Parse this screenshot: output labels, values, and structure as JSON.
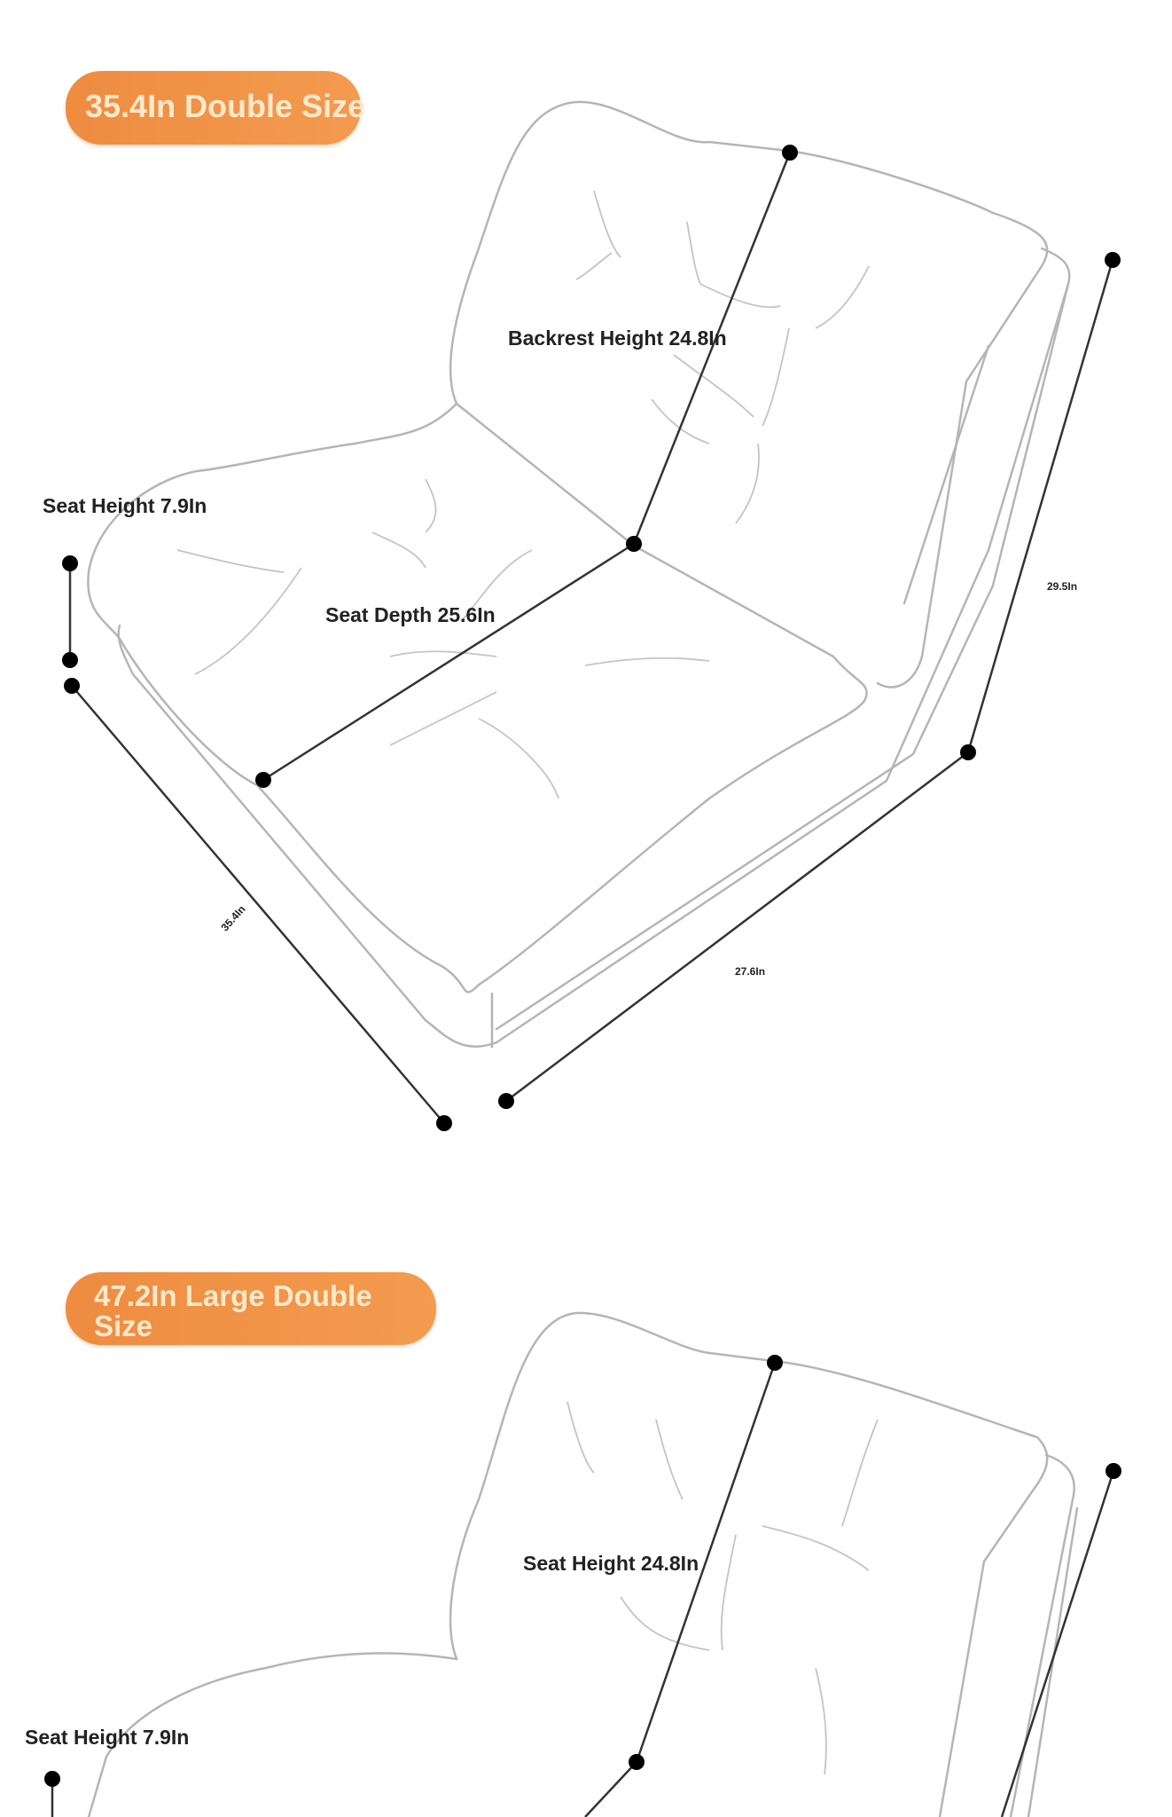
{
  "sections": [
    {
      "badge": "35.4In Double Size",
      "labels": {
        "backrest_height": "Backrest Height 24.8In",
        "seat_height": "Seat Height 7.9In",
        "seat_depth": "Seat Depth 25.6In",
        "height_total": "29.5In",
        "length": "35.4In",
        "width": "27.6In"
      }
    },
    {
      "badge": "47.2In Large Double Size",
      "labels": {
        "backrest_height": "Seat Height 24.8In",
        "seat_height": "Seat Height 7.9In"
      }
    }
  ],
  "colors": {
    "badge": "#ef8f45",
    "badge_text": "#fde9cc"
  }
}
